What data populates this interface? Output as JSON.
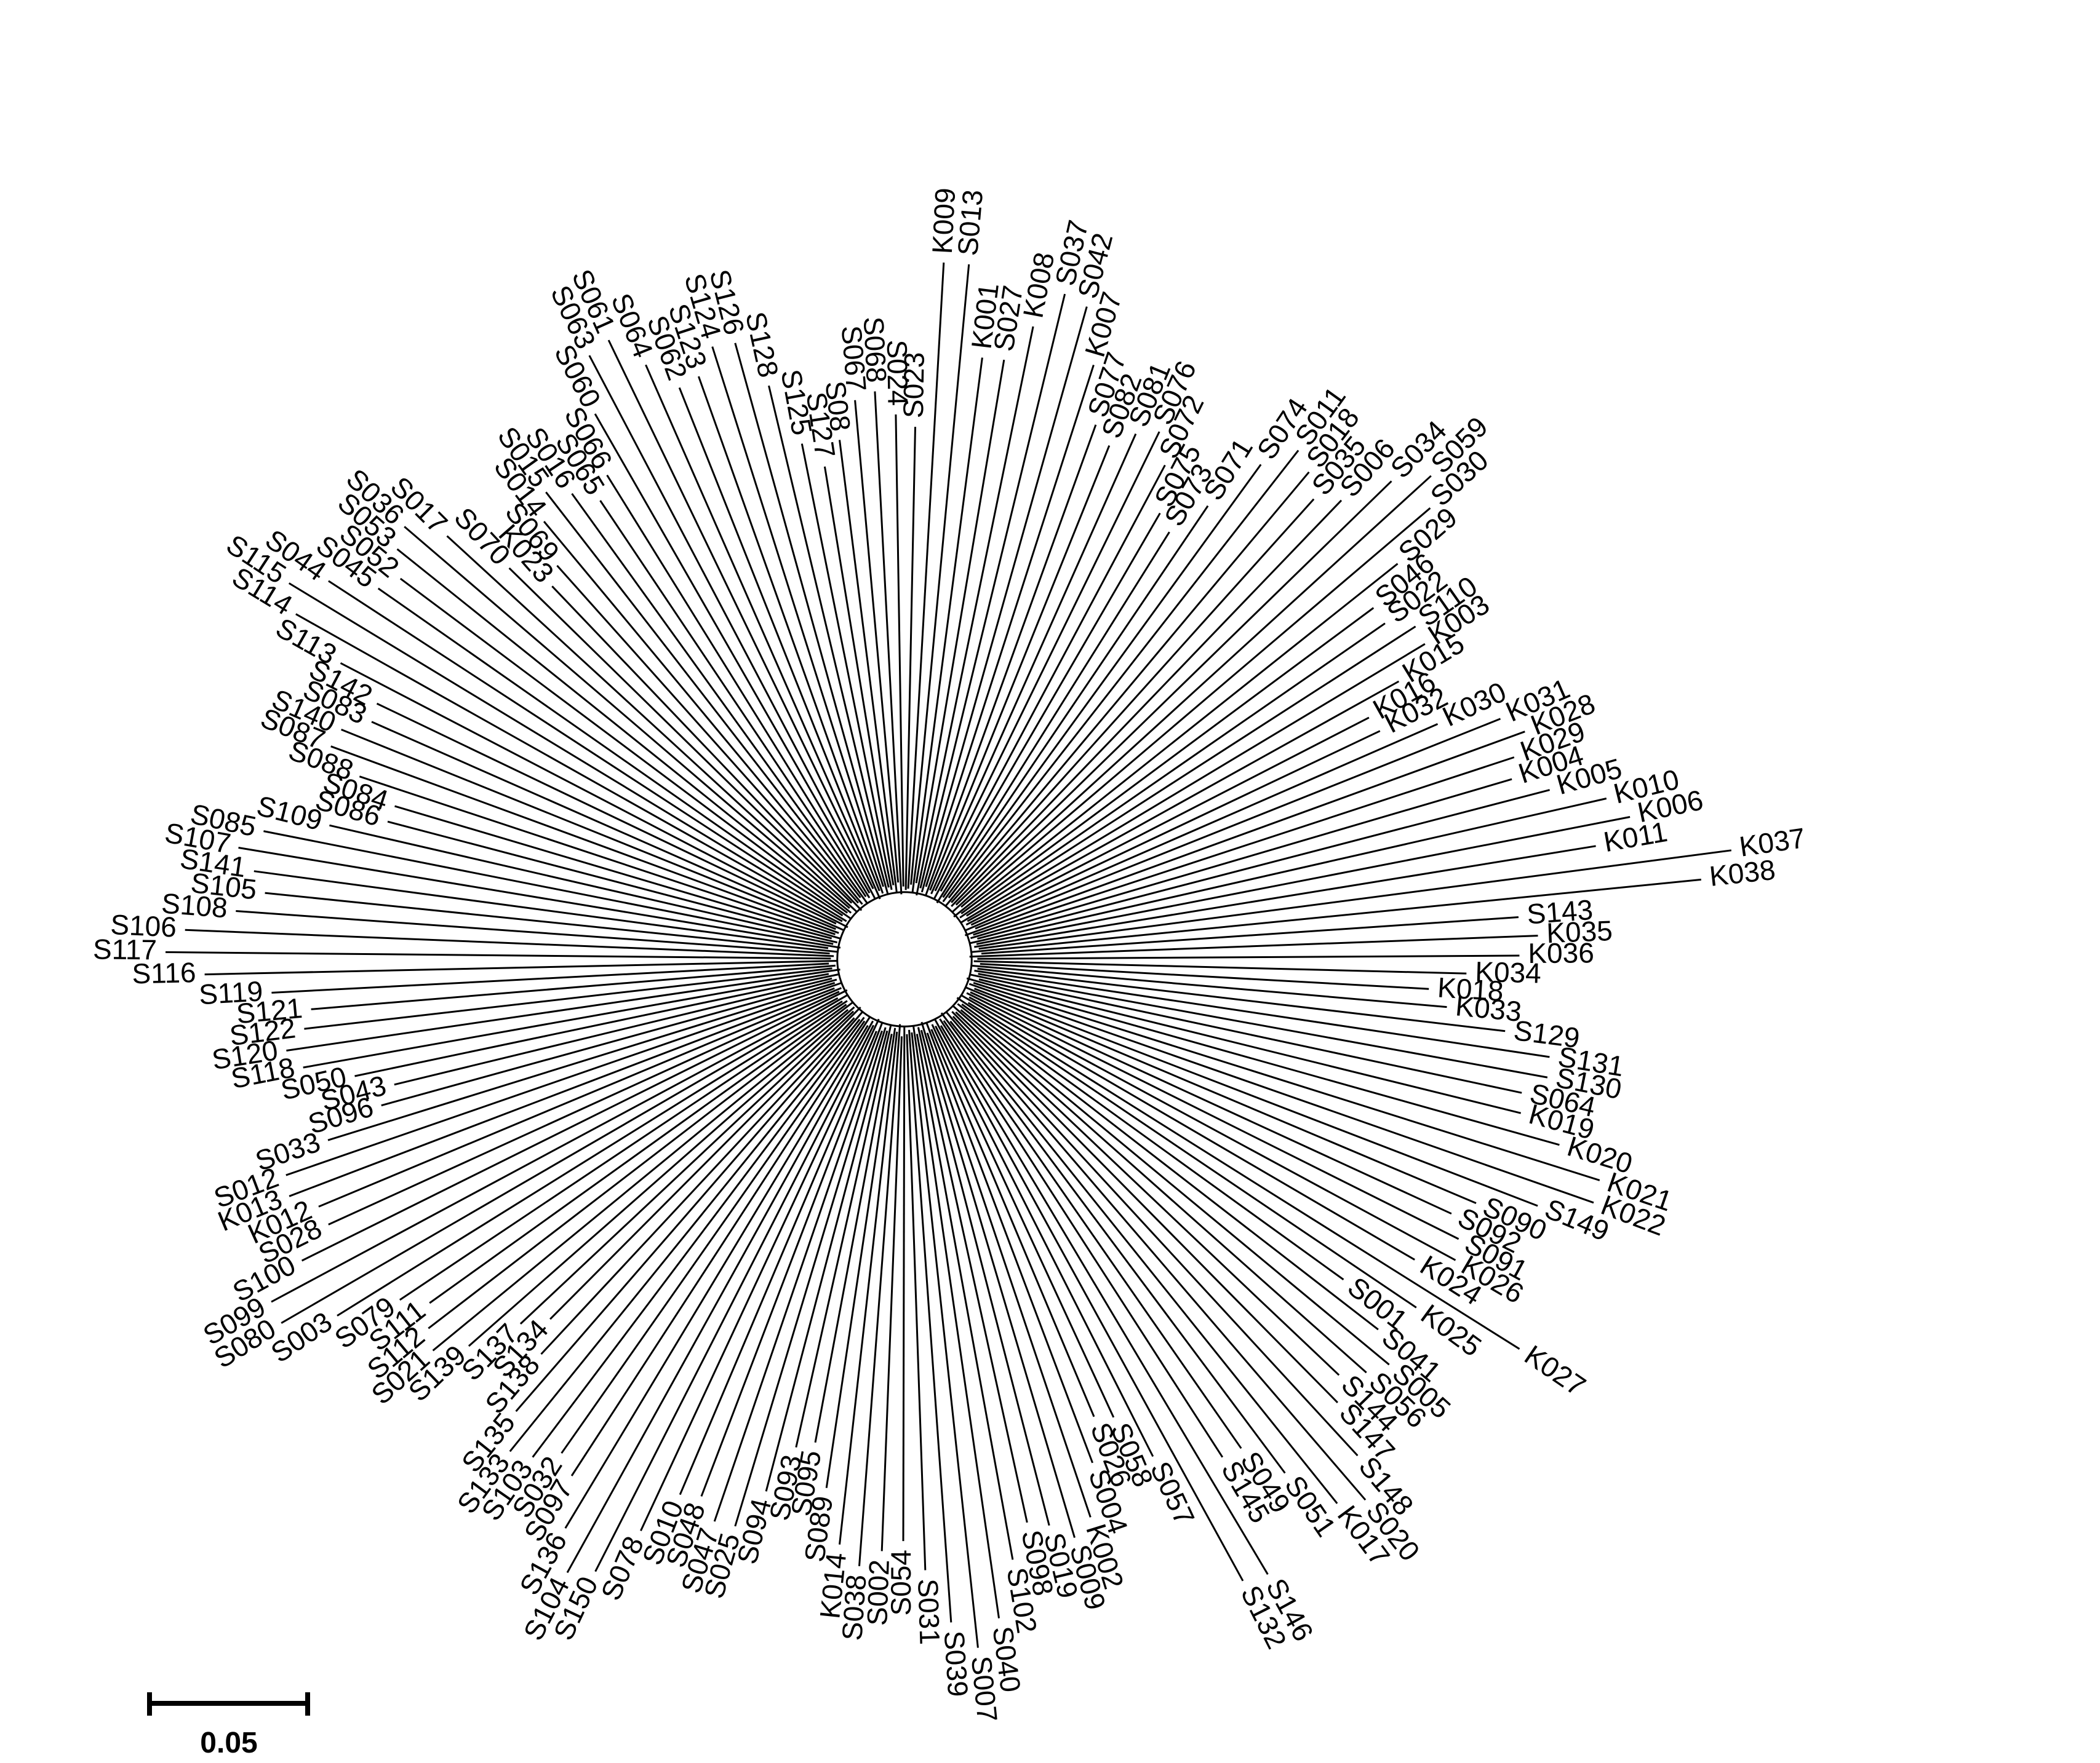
{
  "figure": {
    "type": "unrooted-radial-dendrogram",
    "line_color": "#000000",
    "background": "#ffffff"
  },
  "scale_bar": {
    "value": 0.05,
    "label": "0.05"
  },
  "leaves": [
    {
      "label": "K009",
      "group": "upper"
    },
    {
      "label": "S013",
      "group": "upper"
    },
    {
      "label": "K001",
      "group": "upper"
    },
    {
      "label": "S027",
      "group": "upper"
    },
    {
      "label": "K008",
      "group": "upper"
    },
    {
      "label": "S037",
      "group": "upper"
    },
    {
      "label": "S042",
      "group": "upper"
    },
    {
      "label": "K007",
      "group": "upper"
    },
    {
      "label": "S077",
      "group": "upper"
    },
    {
      "label": "S082",
      "group": "upper"
    },
    {
      "label": "S081",
      "group": "upper"
    },
    {
      "label": "S076",
      "group": "upper"
    },
    {
      "label": "S072",
      "group": "upper"
    },
    {
      "label": "S075",
      "group": "upper"
    },
    {
      "label": "S073",
      "group": "upper"
    },
    {
      "label": "S071",
      "group": "upper"
    },
    {
      "label": "S074",
      "group": "upper"
    },
    {
      "label": "S011",
      "group": "upper-right"
    },
    {
      "label": "S018",
      "group": "upper-right"
    },
    {
      "label": "S035",
      "group": "upper-right"
    },
    {
      "label": "S006",
      "group": "upper-right"
    },
    {
      "label": "S034",
      "group": "upper-right"
    },
    {
      "label": "S059",
      "group": "upper-right"
    },
    {
      "label": "S030",
      "group": "upper-right"
    },
    {
      "label": "S029",
      "group": "upper-right"
    },
    {
      "label": "S046",
      "group": "upper-right"
    },
    {
      "label": "S022",
      "group": "upper-right"
    },
    {
      "label": "S110",
      "group": "upper-right"
    },
    {
      "label": "K003",
      "group": "upper-right"
    },
    {
      "label": "K015",
      "group": "upper-right"
    },
    {
      "label": "K016",
      "group": "upper-right"
    },
    {
      "label": "K032",
      "group": "upper-right"
    },
    {
      "label": "K030",
      "group": "upper-right"
    },
    {
      "label": "K031",
      "group": "upper-right"
    },
    {
      "label": "K028",
      "group": "right"
    },
    {
      "label": "K029",
      "group": "right"
    },
    {
      "label": "K004",
      "group": "right"
    },
    {
      "label": "K005",
      "group": "right"
    },
    {
      "label": "K010",
      "group": "right"
    },
    {
      "label": "K006",
      "group": "right"
    },
    {
      "label": "K011",
      "group": "right"
    },
    {
      "label": "K037",
      "group": "right"
    },
    {
      "label": "K038",
      "group": "right"
    },
    {
      "label": "S143",
      "group": "right"
    },
    {
      "label": "K035",
      "group": "right"
    },
    {
      "label": "K036",
      "group": "right"
    },
    {
      "label": "K034",
      "group": "right"
    },
    {
      "label": "K018",
      "group": "right"
    },
    {
      "label": "K033",
      "group": "right"
    },
    {
      "label": "S129",
      "group": "right"
    },
    {
      "label": "S131",
      "group": "right"
    },
    {
      "label": "S130",
      "group": "right"
    },
    {
      "label": "S064",
      "group": "right"
    },
    {
      "label": "K019",
      "group": "right"
    },
    {
      "label": "K020",
      "group": "right"
    },
    {
      "label": "K021",
      "group": "right"
    },
    {
      "label": "K022",
      "group": "right"
    },
    {
      "label": "S149",
      "group": "right"
    },
    {
      "label": "S090",
      "group": "right"
    },
    {
      "label": "S092",
      "group": "right"
    },
    {
      "label": "S091",
      "group": "right"
    },
    {
      "label": "K026",
      "group": "right"
    },
    {
      "label": "K024",
      "group": "right"
    },
    {
      "label": "K027",
      "group": "right"
    },
    {
      "label": "K025",
      "group": "right"
    },
    {
      "label": "S001",
      "group": "lower-right"
    },
    {
      "label": "S041",
      "group": "lower-right"
    },
    {
      "label": "S005",
      "group": "lower-right"
    },
    {
      "label": "S056",
      "group": "lower-right"
    },
    {
      "label": "S144",
      "group": "lower-right"
    },
    {
      "label": "S147",
      "group": "lower-right"
    },
    {
      "label": "S148",
      "group": "lower-right"
    },
    {
      "label": "S020",
      "group": "lower-right"
    },
    {
      "label": "K017",
      "group": "lower-right"
    },
    {
      "label": "S051",
      "group": "lower-right"
    },
    {
      "label": "S049",
      "group": "lower-right"
    },
    {
      "label": "S145",
      "group": "lower-right"
    },
    {
      "label": "S146",
      "group": "lower-right"
    },
    {
      "label": "S132",
      "group": "lower-right"
    },
    {
      "label": "S057",
      "group": "lower-right"
    },
    {
      "label": "S058",
      "group": "lower-right"
    },
    {
      "label": "S026",
      "group": "lower-right"
    },
    {
      "label": "S004",
      "group": "lower-right"
    },
    {
      "label": "K002",
      "group": "lower-right"
    },
    {
      "label": "S009",
      "group": "lower"
    },
    {
      "label": "S019",
      "group": "lower"
    },
    {
      "label": "S098",
      "group": "lower"
    },
    {
      "label": "S102",
      "group": "lower"
    },
    {
      "label": "S040",
      "group": "lower"
    },
    {
      "label": "S007",
      "group": "lower"
    },
    {
      "label": "S039",
      "group": "lower"
    },
    {
      "label": "S031",
      "group": "lower"
    },
    {
      "label": "S054",
      "group": "lower"
    },
    {
      "label": "S002",
      "group": "lower"
    },
    {
      "label": "S038",
      "group": "lower"
    },
    {
      "label": "K014",
      "group": "lower"
    },
    {
      "label": "S089",
      "group": "lower"
    },
    {
      "label": "S095",
      "group": "lower"
    },
    {
      "label": "S093",
      "group": "lower"
    },
    {
      "label": "S094",
      "group": "lower"
    },
    {
      "label": "S025",
      "group": "lower"
    },
    {
      "label": "S047",
      "group": "lower"
    },
    {
      "label": "S048",
      "group": "lower"
    },
    {
      "label": "S010",
      "group": "lower"
    },
    {
      "label": "S078",
      "group": "lower"
    },
    {
      "label": "S150",
      "group": "lower"
    },
    {
      "label": "S104",
      "group": "lower"
    },
    {
      "label": "S136",
      "group": "lower"
    },
    {
      "label": "S097",
      "group": "lower"
    },
    {
      "label": "S032",
      "group": "lower"
    },
    {
      "label": "S103",
      "group": "lower"
    },
    {
      "label": "S133",
      "group": "lower"
    },
    {
      "label": "S135",
      "group": "lower"
    },
    {
      "label": "S138",
      "group": "lower"
    },
    {
      "label": "S134",
      "group": "lower"
    },
    {
      "label": "S137",
      "group": "lower"
    },
    {
      "label": "S139",
      "group": "lower"
    },
    {
      "label": "S021",
      "group": "lower-left"
    },
    {
      "label": "S112",
      "group": "lower-left"
    },
    {
      "label": "S111",
      "group": "lower-left"
    },
    {
      "label": "S079",
      "group": "lower-left"
    },
    {
      "label": "S003",
      "group": "lower-left"
    },
    {
      "label": "S080",
      "group": "lower-left"
    },
    {
      "label": "S099",
      "group": "lower-left"
    },
    {
      "label": "S100",
      "group": "lower-left"
    },
    {
      "label": "S028",
      "group": "lower-left"
    },
    {
      "label": "K012",
      "group": "lower-left"
    },
    {
      "label": "K013",
      "group": "lower-left"
    },
    {
      "label": "S012",
      "group": "lower-left"
    },
    {
      "label": "S033",
      "group": "lower-left"
    },
    {
      "label": "S096",
      "group": "lower-left"
    },
    {
      "label": "S043",
      "group": "lower-left"
    },
    {
      "label": "S050",
      "group": "lower-left"
    },
    {
      "label": "S118",
      "group": "left"
    },
    {
      "label": "S120",
      "group": "left"
    },
    {
      "label": "S122",
      "group": "left"
    },
    {
      "label": "S121",
      "group": "left"
    },
    {
      "label": "S119",
      "group": "left"
    },
    {
      "label": "S116",
      "group": "left"
    },
    {
      "label": "S117",
      "group": "left"
    },
    {
      "label": "S106",
      "group": "left"
    },
    {
      "label": "S108",
      "group": "left"
    },
    {
      "label": "S105",
      "group": "left"
    },
    {
      "label": "S141",
      "group": "left"
    },
    {
      "label": "S107",
      "group": "left"
    },
    {
      "label": "S085",
      "group": "left"
    },
    {
      "label": "S109",
      "group": "left"
    },
    {
      "label": "S086",
      "group": "left"
    },
    {
      "label": "S084",
      "group": "left"
    },
    {
      "label": "S088",
      "group": "left"
    },
    {
      "label": "S087",
      "group": "left"
    },
    {
      "label": "S140",
      "group": "left"
    },
    {
      "label": "S083",
      "group": "left"
    },
    {
      "label": "S142",
      "group": "left"
    },
    {
      "label": "S113",
      "group": "left"
    },
    {
      "label": "S114",
      "group": "left"
    },
    {
      "label": "S115",
      "group": "left"
    },
    {
      "label": "S044",
      "group": "left"
    },
    {
      "label": "S045",
      "group": "upper-left"
    },
    {
      "label": "S052",
      "group": "upper-left"
    },
    {
      "label": "S053",
      "group": "upper-left"
    },
    {
      "label": "S036",
      "group": "upper-left"
    },
    {
      "label": "S017",
      "group": "upper-left"
    },
    {
      "label": "S070",
      "group": "upper-left"
    },
    {
      "label": "K023",
      "group": "upper-left"
    },
    {
      "label": "S069",
      "group": "upper-left"
    },
    {
      "label": "S014",
      "group": "upper-left"
    },
    {
      "label": "S015",
      "group": "upper-left"
    },
    {
      "label": "S016",
      "group": "upper-left"
    },
    {
      "label": "S065",
      "group": "upper-left"
    },
    {
      "label": "S066",
      "group": "upper-left"
    },
    {
      "label": "S060",
      "group": "upper-left"
    },
    {
      "label": "S063",
      "group": "upper-left"
    },
    {
      "label": "S061",
      "group": "upper-left"
    },
    {
      "label": "S064",
      "group": "upper-left"
    },
    {
      "label": "S062",
      "group": "upper-left"
    },
    {
      "label": "S123",
      "group": "upper-left"
    },
    {
      "label": "S124",
      "group": "upper-left"
    },
    {
      "label": "S126",
      "group": "upper-left"
    },
    {
      "label": "S128",
      "group": "upper-left"
    },
    {
      "label": "S125",
      "group": "upper-left"
    },
    {
      "label": "S127",
      "group": "upper-left"
    },
    {
      "label": "S08",
      "group": "upper-left"
    },
    {
      "label": "S067",
      "group": "upper-left"
    },
    {
      "label": "S068",
      "group": "upper-left"
    },
    {
      "label": "S024",
      "group": "upper-left"
    },
    {
      "label": "S023",
      "group": "upper-left"
    }
  ]
}
